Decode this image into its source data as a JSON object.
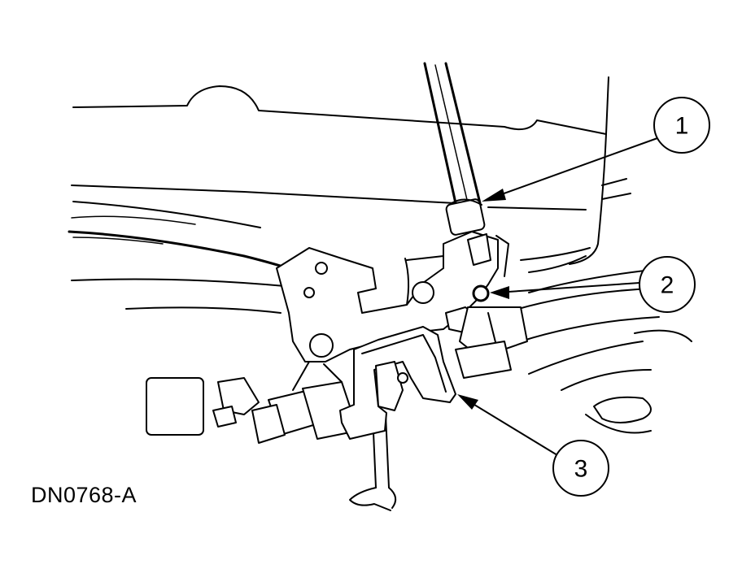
{
  "figure_id": "DN0768-A",
  "callouts": [
    {
      "label": "1",
      "part": "cable"
    },
    {
      "label": "2",
      "part": "fastener"
    },
    {
      "label": "3",
      "part": "clip"
    }
  ]
}
